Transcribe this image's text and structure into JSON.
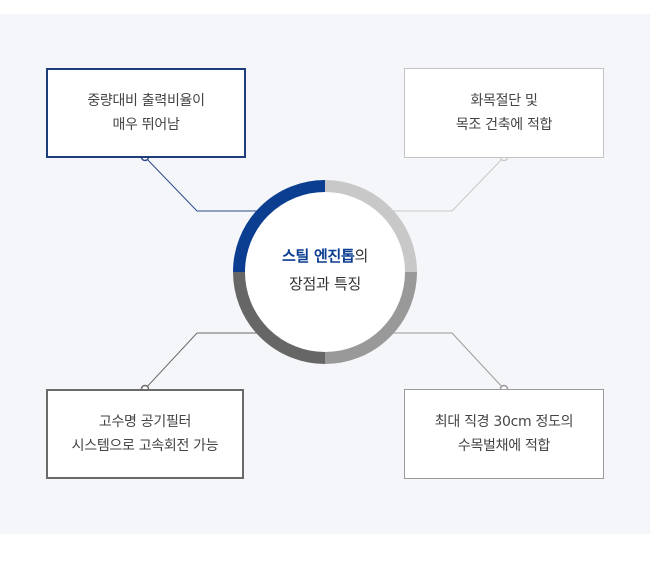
{
  "center": {
    "title_highlight": "스틸 엔진톱",
    "title_suffix": "의",
    "subtitle": "장점과 특징"
  },
  "features": {
    "top_left": {
      "line1": "중량대비 출력비율이",
      "line2": "매우 뛰어남"
    },
    "top_right": {
      "line1": "화목절단 및",
      "line2": "목조 건축에 적합"
    },
    "bottom_left": {
      "line1": "고수명 공기필터",
      "line2": "시스템으로 고속회전 가능"
    },
    "bottom_right": {
      "line1": "최대 직경 30cm 정도의",
      "line2": "수목벌채에 적합"
    }
  },
  "colors": {
    "ring_top_left": "#0b3d91",
    "ring_top_right": "#c8c8c8",
    "ring_bottom_right": "#999999",
    "ring_bottom_left": "#666666",
    "panel_bg": "#f5f6fa"
  }
}
